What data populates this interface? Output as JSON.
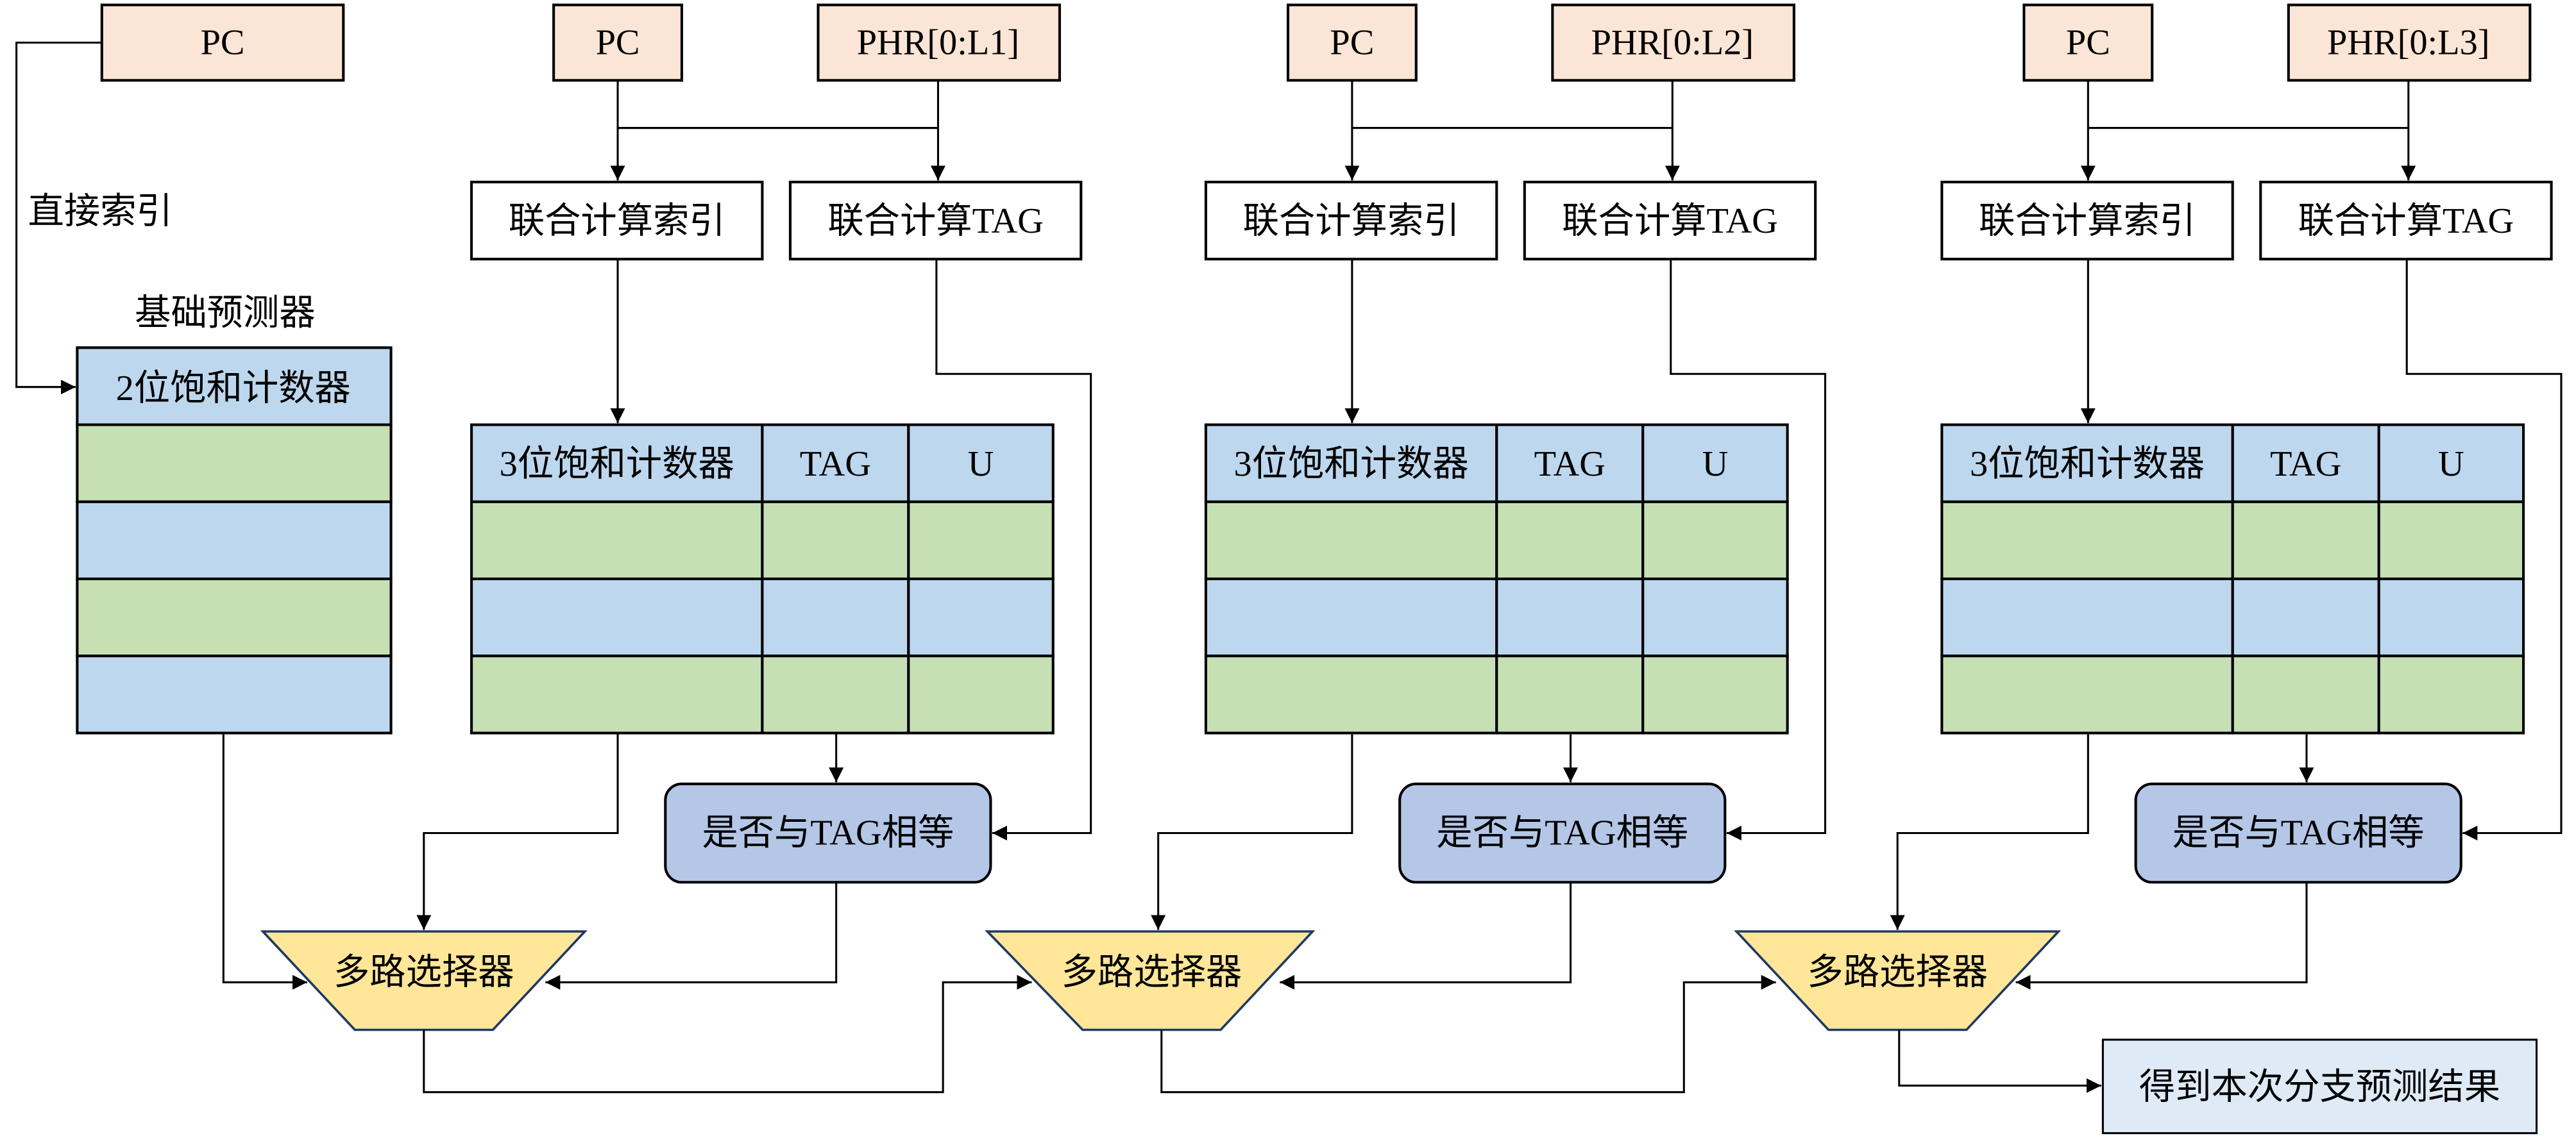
{
  "diagram": {
    "base": {
      "pc_label": "PC",
      "direct_index_label": "直接索引",
      "predictor_title": "基础预测器",
      "counter_label": "2位饱和计数器"
    },
    "tables": [
      {
        "pc_label": "PC",
        "history_label": "PHR[0:L1]",
        "index_label": "联合计算索引",
        "tag_calc_label": "联合计算TAG",
        "columns": [
          "3位饱和计数器",
          "TAG",
          "U"
        ],
        "compare_label": "是否与TAG相等",
        "mux_label": "多路选择器"
      },
      {
        "pc_label": "PC",
        "history_label": "PHR[0:L2]",
        "index_label": "联合计算索引",
        "tag_calc_label": "联合计算TAG",
        "columns": [
          "3位饱和计数器",
          "TAG",
          "U"
        ],
        "compare_label": "是否与TAG相等",
        "mux_label": "多路选择器"
      },
      {
        "pc_label": "PC",
        "history_label": "PHR[0:L3]",
        "index_label": "联合计算索引",
        "tag_calc_label": "联合计算TAG",
        "columns": [
          "3位饱和计数器",
          "TAG",
          "U"
        ],
        "compare_label": "是否与TAG相等",
        "mux_label": "多路选择器"
      }
    ],
    "result_label": "得到本次分支预测结果",
    "colors": {
      "input_fill": "#fbe5d6",
      "blue_row": "#bdd7ee",
      "green_row": "#c6e0b4",
      "compare_fill": "#b4c7e7",
      "mux_fill": "#ffe699",
      "result_fill": "#deebf7"
    }
  }
}
